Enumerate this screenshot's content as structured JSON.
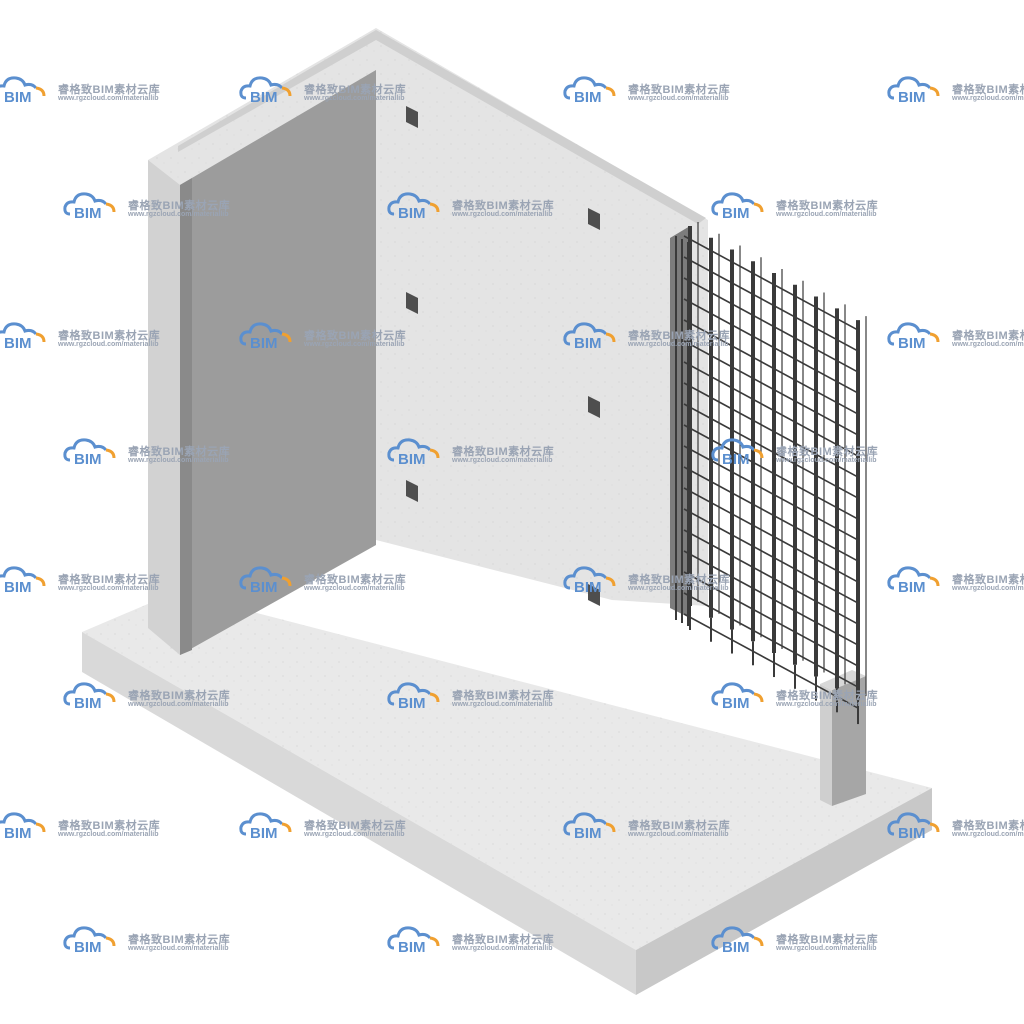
{
  "watermark": {
    "logo_text": "BIM",
    "brand": "睿格致BIM素材云库",
    "url": "www.rgzcloud.com/materiallib",
    "logo_colors": {
      "cloud": "#5b8fcf",
      "accent": "#f0a030"
    }
  },
  "scene": {
    "subject": "concrete-wall-with-rebar-cage",
    "colors": {
      "slab_top": "#e9e9e9",
      "slab_front": "#d6d6d6",
      "slab_side": "#c9c9c9",
      "wall_face": "#e3e3e3",
      "wall_recess": "#9e9e9e",
      "rebar": "#3a3a3a",
      "opening": "#555555"
    }
  }
}
